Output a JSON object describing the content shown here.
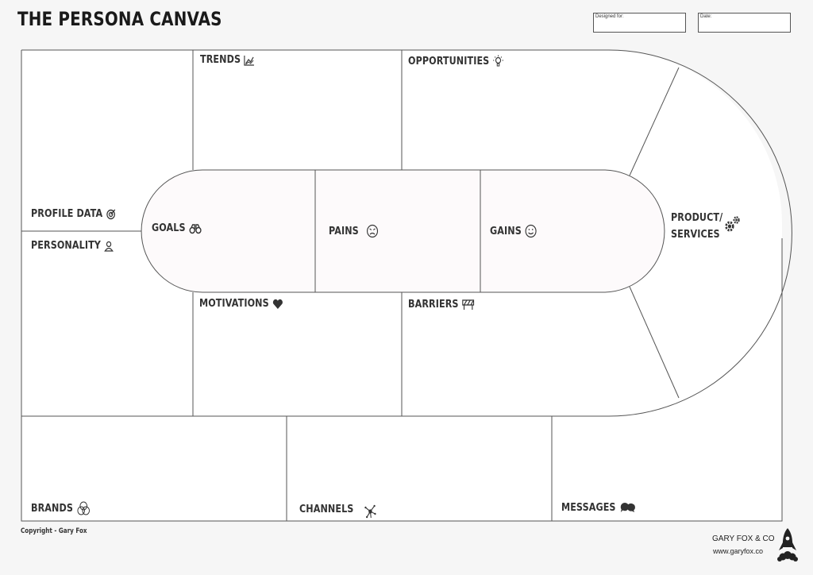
{
  "header": {
    "title": "THE PERSONA CANVAS",
    "designed_for_label": "Designed for:",
    "date_label": "Date:"
  },
  "sections": {
    "profile_data": {
      "label": "PROFILE DATA",
      "icon": "target-icon"
    },
    "personality": {
      "label": "PERSONALITY",
      "icon": "person-icon"
    },
    "trends": {
      "label": "TRENDS",
      "icon": "chart-icon"
    },
    "opportunities": {
      "label": "OPPORTUNITIES",
      "icon": "lightbulb-icon"
    },
    "goals": {
      "label": "GOALS",
      "icon": "binoculars-icon"
    },
    "pains": {
      "label": "PAINS",
      "icon": "frown-icon"
    },
    "gains": {
      "label": "GAINS",
      "icon": "smile-icon"
    },
    "product_services": {
      "label_line1": "PRODUCT/",
      "label_line2": "SERVICES",
      "icon": "gears-icon"
    },
    "motivations": {
      "label": "MOTIVATIONS",
      "icon": "heart-icon"
    },
    "barriers": {
      "label": "BARRIERS",
      "icon": "barrier-icon"
    },
    "brands": {
      "label": "BRANDS",
      "icon": "venn-icon"
    },
    "channels": {
      "label": "CHANNELS",
      "icon": "network-icon"
    },
    "messages": {
      "label": "MESSAGES",
      "icon": "speech-bubbles-icon"
    }
  },
  "footer": {
    "copyright": "Copyright - Gary Fox",
    "company": "GARY FOX & CO",
    "website": "www.garyfox.co"
  },
  "colors": {
    "background": "#f6f6f6",
    "canvas_fill": "#ffffff",
    "pill_fill": "#fdfafb",
    "lines": "#555555"
  }
}
